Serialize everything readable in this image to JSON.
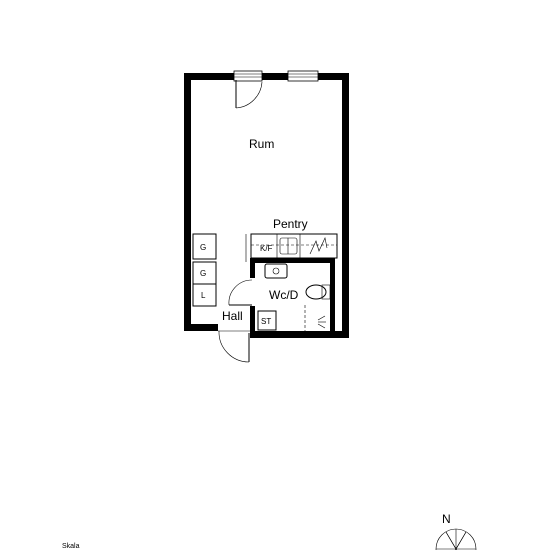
{
  "rooms": {
    "rum": "Rum",
    "pentry": "Pentry",
    "wcd": "Wc/D",
    "hall": "Hall"
  },
  "fixtures": {
    "kf": "K/F",
    "st": "ST",
    "g1": "G",
    "g2": "G",
    "l": "L"
  },
  "scale_label": "Skala",
  "compass_label": "N"
}
